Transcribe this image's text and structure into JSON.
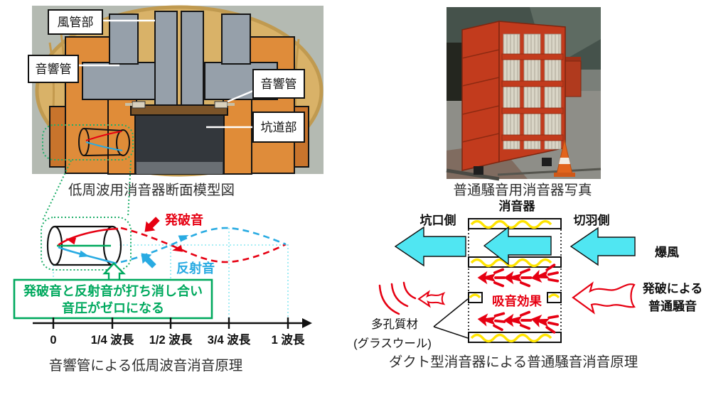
{
  "left_photo": {
    "caption": "低周波用消音器断面模型図",
    "label_wind_duct": "風管部",
    "label_acoustic_tube": "音響管",
    "label_tunnel": "坑道部"
  },
  "left_diagram": {
    "blast_sound": "発破音",
    "reflected_sound": "反射音",
    "note_line1": "発破音と反射音が打ち消し合い",
    "note_line2": "音圧がゼロになる",
    "ticks": [
      "0",
      "1/4 波長",
      "1/2 波長",
      "3/4 波長",
      "1 波長"
    ],
    "caption": "音響管による低周波音消音原理"
  },
  "right_photo": {
    "caption": "普通騒音用消音器写真"
  },
  "right_diagram": {
    "silencer": "消音器",
    "portal_side": "坑口側",
    "face_side": "切羽側",
    "blast_wind": "爆風",
    "blast_noise_line1": "発破による",
    "blast_noise_line2": "普通騒音",
    "absorption": "吸音効果",
    "porous_line1": "多孔質材",
    "porous_line2": "(グラスウール)",
    "caption": "ダクト型消音器による普通騒音消音原理"
  },
  "colors": {
    "red": "#e60012",
    "blue": "#29abe2",
    "green": "#00a95e",
    "cyan_arrow": "#50e6f2",
    "yellow": "#ffe400",
    "wood": "#df8c3a",
    "duct_gray": "#96a0aa"
  }
}
